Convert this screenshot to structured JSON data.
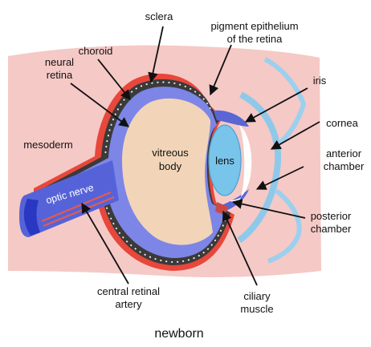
{
  "labels": {
    "sclera": "sclera",
    "pigment_line1": "pigment epithelium",
    "pigment_line2": "of the retina",
    "choroid": "choroid",
    "neural_line1": "neural",
    "neural_line2": "retina",
    "iris": "iris",
    "cornea": "cornea",
    "mesoderm": "mesoderm",
    "vitreous_line1": "vitreous",
    "vitreous_line2": "body",
    "lens": "lens",
    "anterior_line1": "anterior",
    "anterior_line2": "chamber",
    "optic_nerve": "optic nerve",
    "posterior_line1": "posterior",
    "posterior_line2": "chamber",
    "central_line1": "central retinal",
    "central_line2": "artery",
    "ciliary_line1": "ciliary",
    "ciliary_line2": "muscle",
    "caption": "newborn"
  },
  "colors": {
    "mesoderm": "#f5c9c6",
    "sclera_rim": "#e8473b",
    "choroid": "#3a3a3a",
    "neural_retina": "#7d86e6",
    "vitreous": "#f2d5b8",
    "lens": "#78c4ea",
    "cornea": "#8ec9ea",
    "optic_nerve": "#5663d8",
    "artery": "#e65a4f"
  }
}
